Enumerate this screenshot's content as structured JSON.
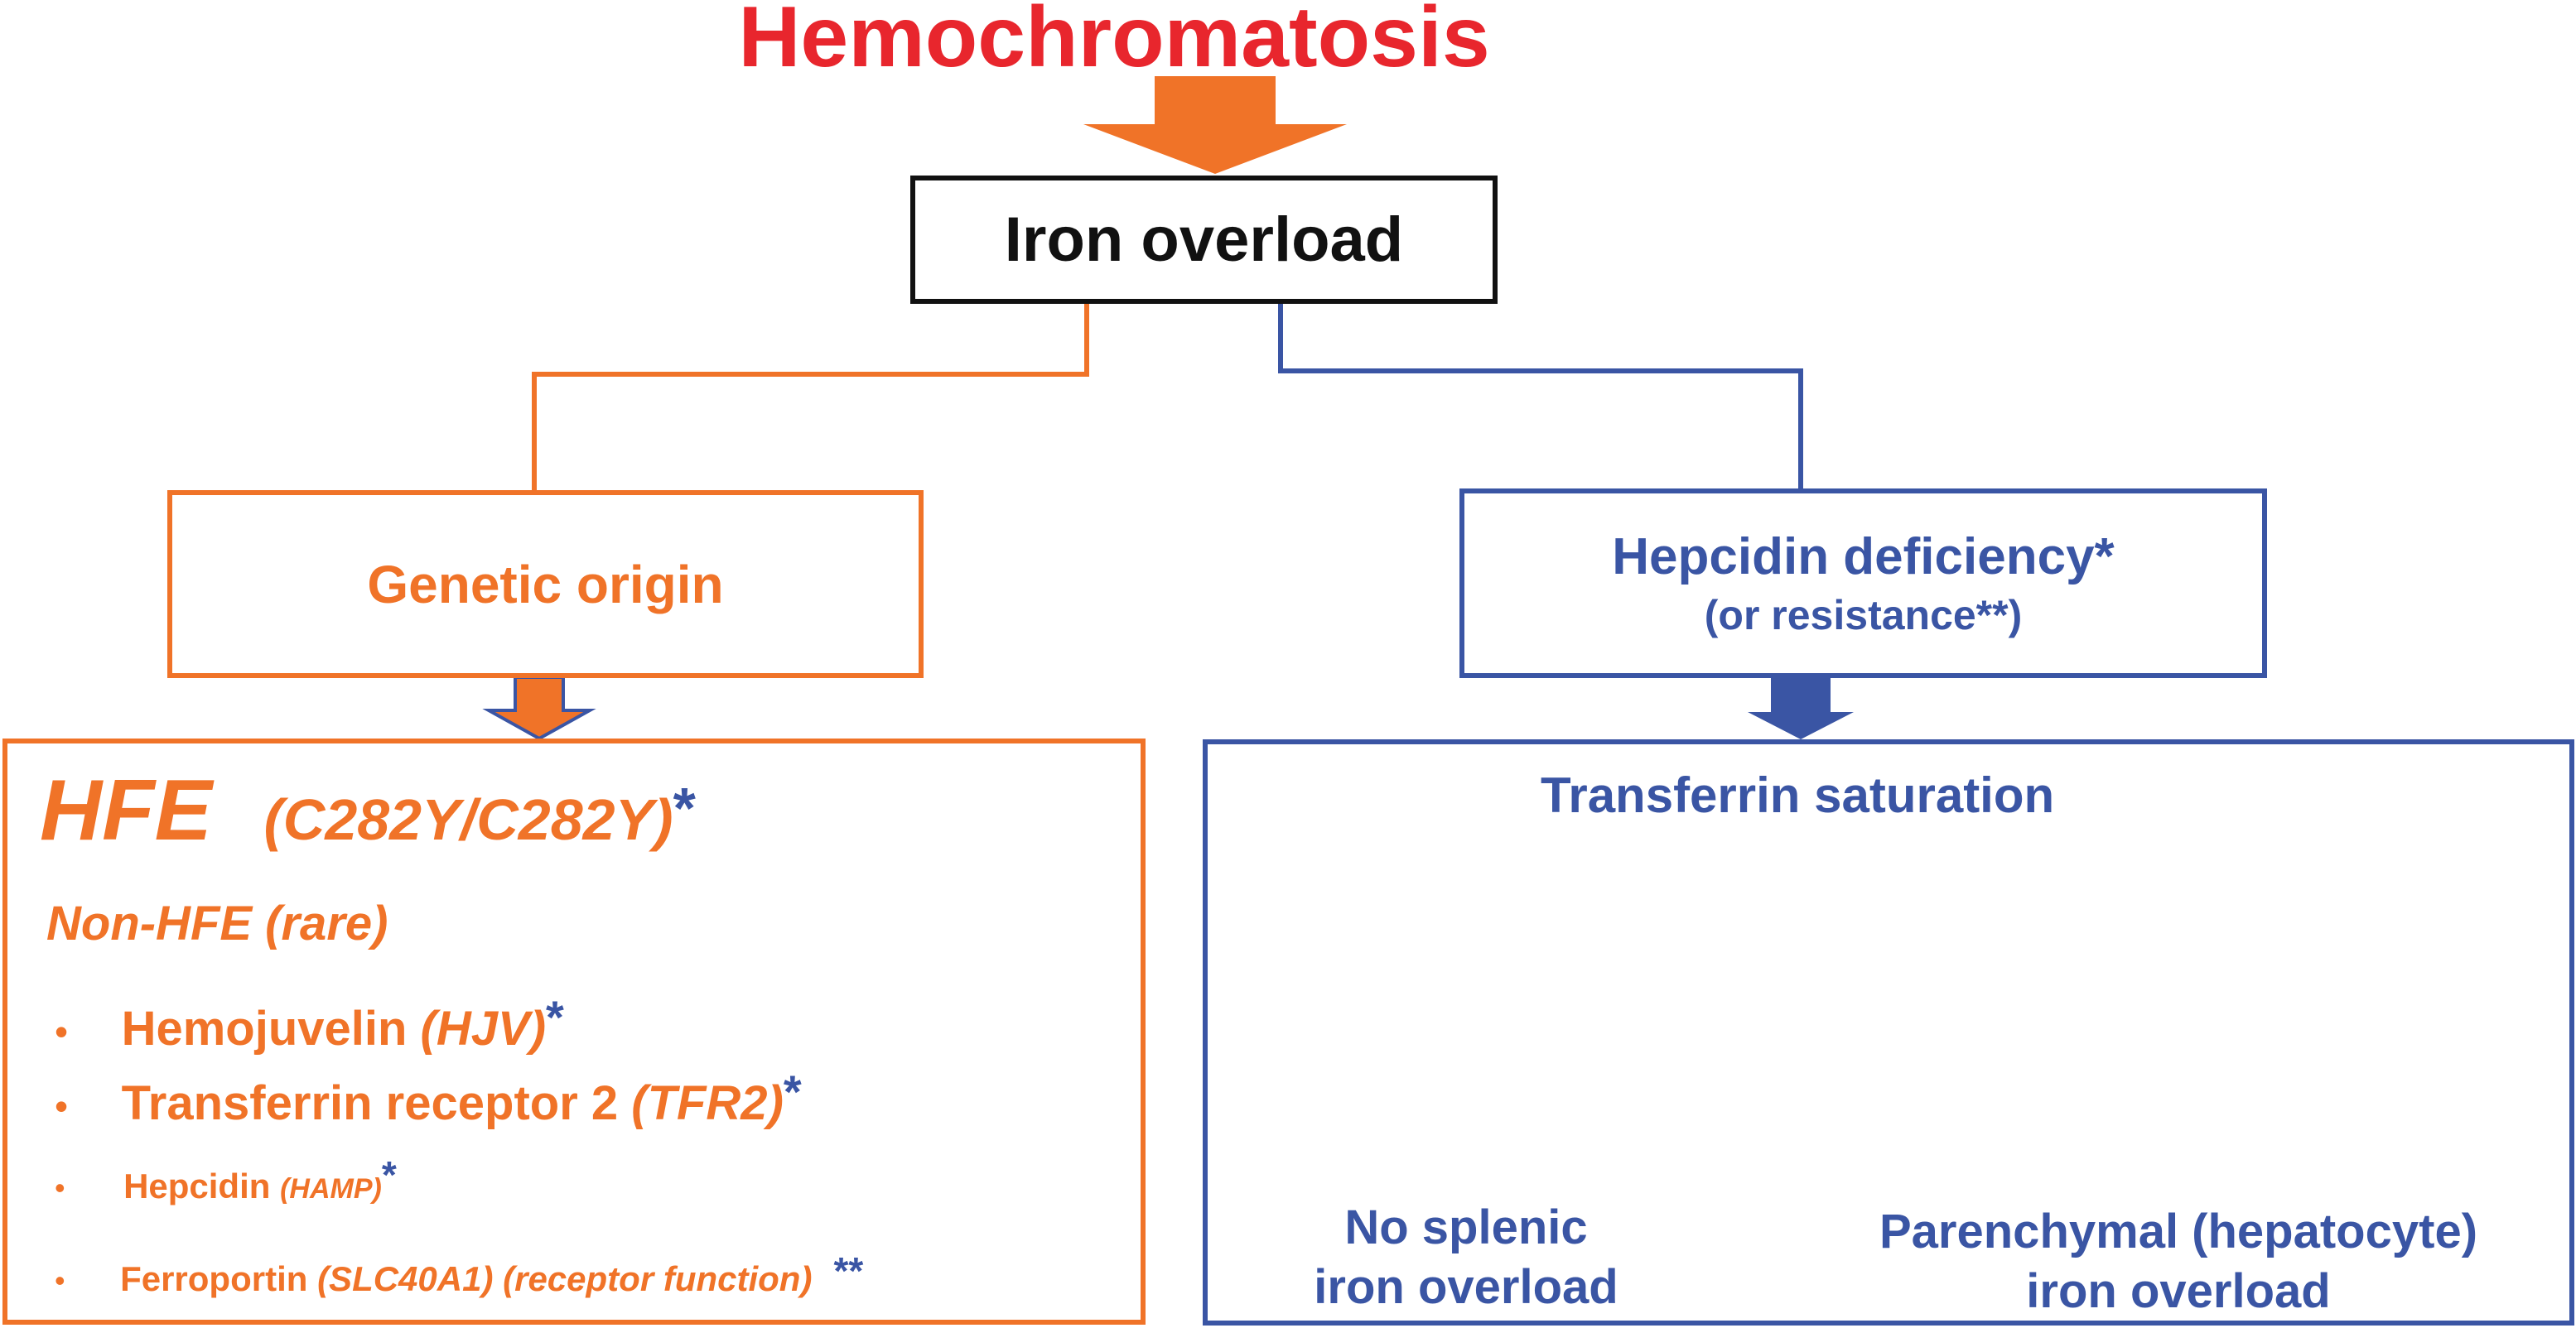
{
  "title": "Hemochromatosis",
  "iron_overload": "Iron overload",
  "genetic_origin": "Genetic origin",
  "hepcidin": {
    "main": "Hepcidin deficiency*",
    "sub": "(or resistance**)"
  },
  "genetic_box": {
    "hfe": "HFE",
    "hfe_genotype": "(C282Y/C282Y)",
    "hfe_star": "*",
    "non_hfe": "Non-HFE (rare)",
    "bullet_char": "•",
    "items": [
      {
        "name": "Hemojuvelin ",
        "gene": "(HJV)",
        "star": "*"
      },
      {
        "name": "Transferrin receptor 2 ",
        "gene": "(TFR2)",
        "star": "*"
      },
      {
        "name": "Hepcidin ",
        "gene": "(HAMP)",
        "star": "*"
      },
      {
        "name": "Ferroportin ",
        "gene": "(SLC40A1) (receptor function)",
        "star": "**"
      }
    ]
  },
  "mechanism_box": {
    "up_arrow_icon": "up-arrow-icon",
    "transferrin_saturation": "Transferrin saturation",
    "left_label_line1": "No splenic",
    "left_label_line2": "iron overload",
    "right_label_line1": "Parenchymal (hepatocyte)",
    "right_label_line2": "iron overload"
  },
  "colors": {
    "title_red": "#e8262d",
    "orange": "#f07328",
    "blue": "#3a55a4",
    "black": "#111111"
  }
}
